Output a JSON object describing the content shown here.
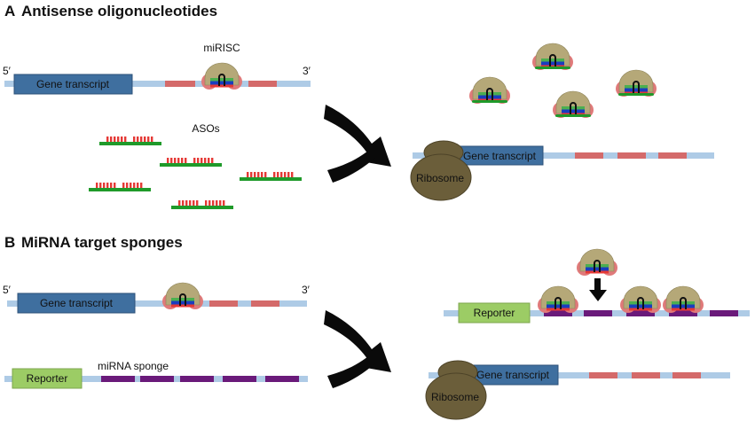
{
  "panel_a": {
    "letter": "A",
    "title": "Antisense oligonucleotides",
    "five_prime": "5′",
    "three_prime": "3′",
    "mirisc": "miRISC",
    "gene_transcript": "Gene transcript",
    "asos": "ASOs",
    "ribosome": "Ribosome"
  },
  "panel_b": {
    "letter": "B",
    "title": "MiRNA target sponges",
    "five_prime": "5′",
    "three_prime": "3′",
    "gene_transcript": "Gene transcript",
    "reporter": "Reporter",
    "mirna_sponge": "miRNA sponge",
    "ribosome": "Ribosome"
  },
  "colors": {
    "mrna": "#aecbe6",
    "gene_box": "#3f6f9f",
    "reporter_box": "#9ccc65",
    "target_site": "#d46a6a",
    "sponge_site": "#6a1a7a",
    "aso_backbone": "#1f9a2a",
    "aso_teeth": "#e53935",
    "ago_body": "#b5a878",
    "ago_lobe": "#e07a7a",
    "ribosome": "#6b5e3a"
  }
}
